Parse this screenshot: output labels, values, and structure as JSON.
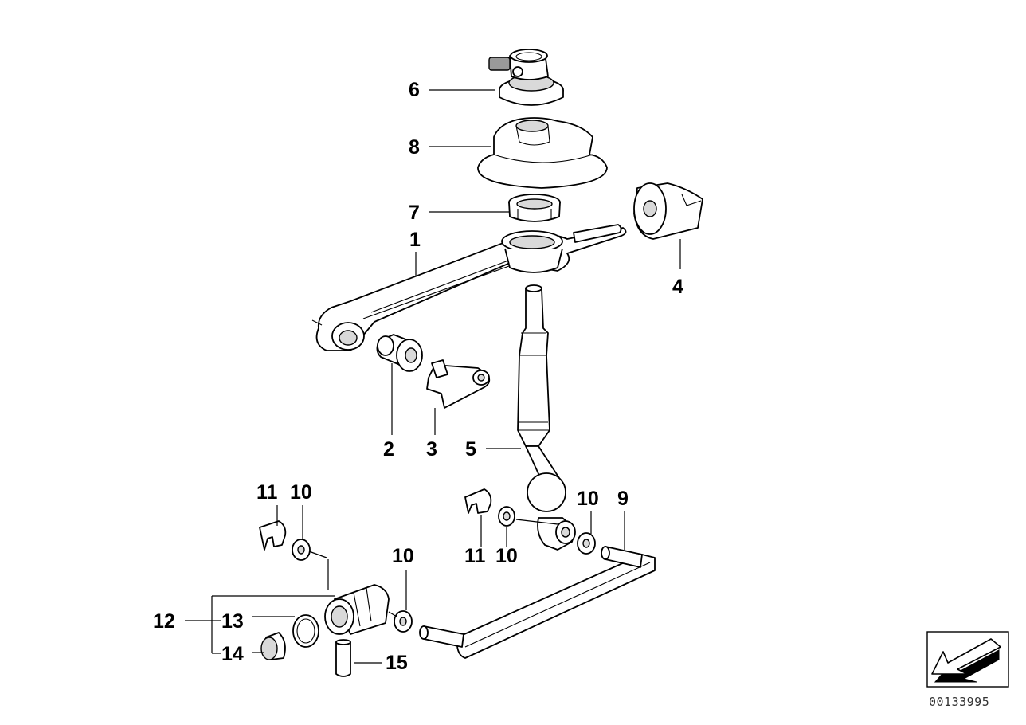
{
  "callouts": [
    {
      "id": "6",
      "label": "6"
    },
    {
      "id": "8",
      "label": "8"
    },
    {
      "id": "7",
      "label": "7"
    },
    {
      "id": "1",
      "label": "1"
    },
    {
      "id": "4",
      "label": "4"
    },
    {
      "id": "2",
      "label": "2"
    },
    {
      "id": "3",
      "label": "3"
    },
    {
      "id": "5",
      "label": "5"
    },
    {
      "id": "11a",
      "label": "11"
    },
    {
      "id": "10a",
      "label": "10"
    },
    {
      "id": "10b",
      "label": "10"
    },
    {
      "id": "9",
      "label": "9"
    },
    {
      "id": "11b",
      "label": "11"
    },
    {
      "id": "10c",
      "label": "10"
    },
    {
      "id": "10d",
      "label": "10"
    },
    {
      "id": "12",
      "label": "12"
    },
    {
      "id": "13",
      "label": "13"
    },
    {
      "id": "14",
      "label": "14"
    },
    {
      "id": "15",
      "label": "15"
    }
  ],
  "document_number": "00133995",
  "nav_icon": "arrow-down-left-icon"
}
